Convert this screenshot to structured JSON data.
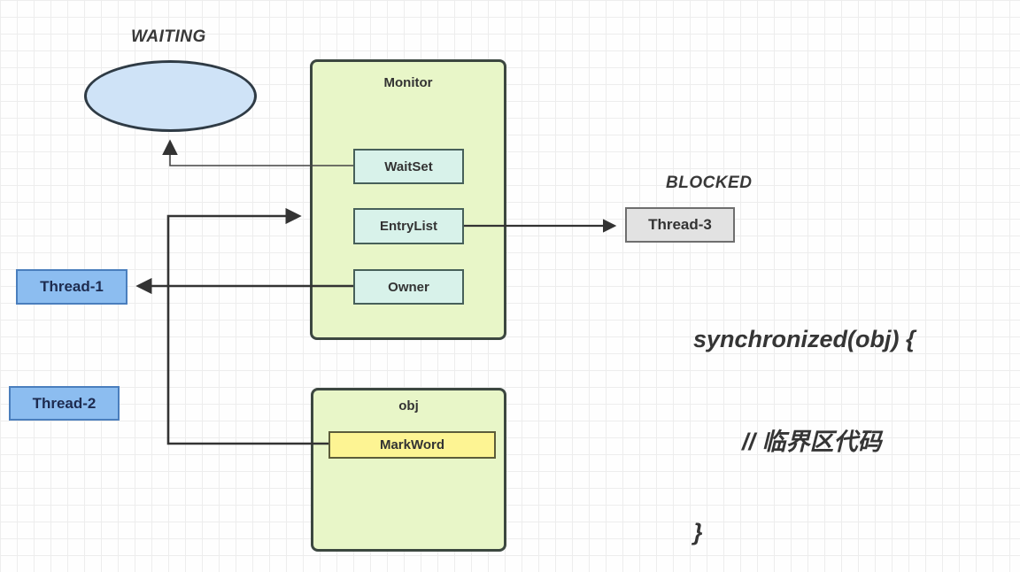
{
  "nodes": {
    "waiting_label": "WAITING",
    "blocked_label": "BLOCKED",
    "monitor": {
      "title": "Monitor",
      "waitset": "WaitSet",
      "entrylist": "EntryList",
      "owner": "Owner"
    },
    "obj": {
      "title": "obj",
      "markword": "MarkWord"
    },
    "thread1": "Thread-1",
    "thread2": "Thread-2",
    "thread3": "Thread-3"
  },
  "code": {
    "open": "synchronized(obj) {",
    "comment": "// 临界区代码",
    "close": "}"
  },
  "edges": [
    {
      "from": "WaitSet",
      "to": "WAITING ellipse"
    },
    {
      "from": "MarkWord",
      "to": "EntryList"
    },
    {
      "from": "Owner",
      "to": "Thread-1"
    },
    {
      "from": "EntryList",
      "to": "Thread-3"
    }
  ],
  "colors": {
    "monitor_fill": "#e8f6c8",
    "field_fill": "#d8f2ea",
    "markword_fill": "#fdf493",
    "thread_blue_fill": "#8cbdf0",
    "thread_gray_fill": "#e2e2e2",
    "ellipse_fill": "#cfe3f7",
    "stroke_dark": "#333333"
  }
}
